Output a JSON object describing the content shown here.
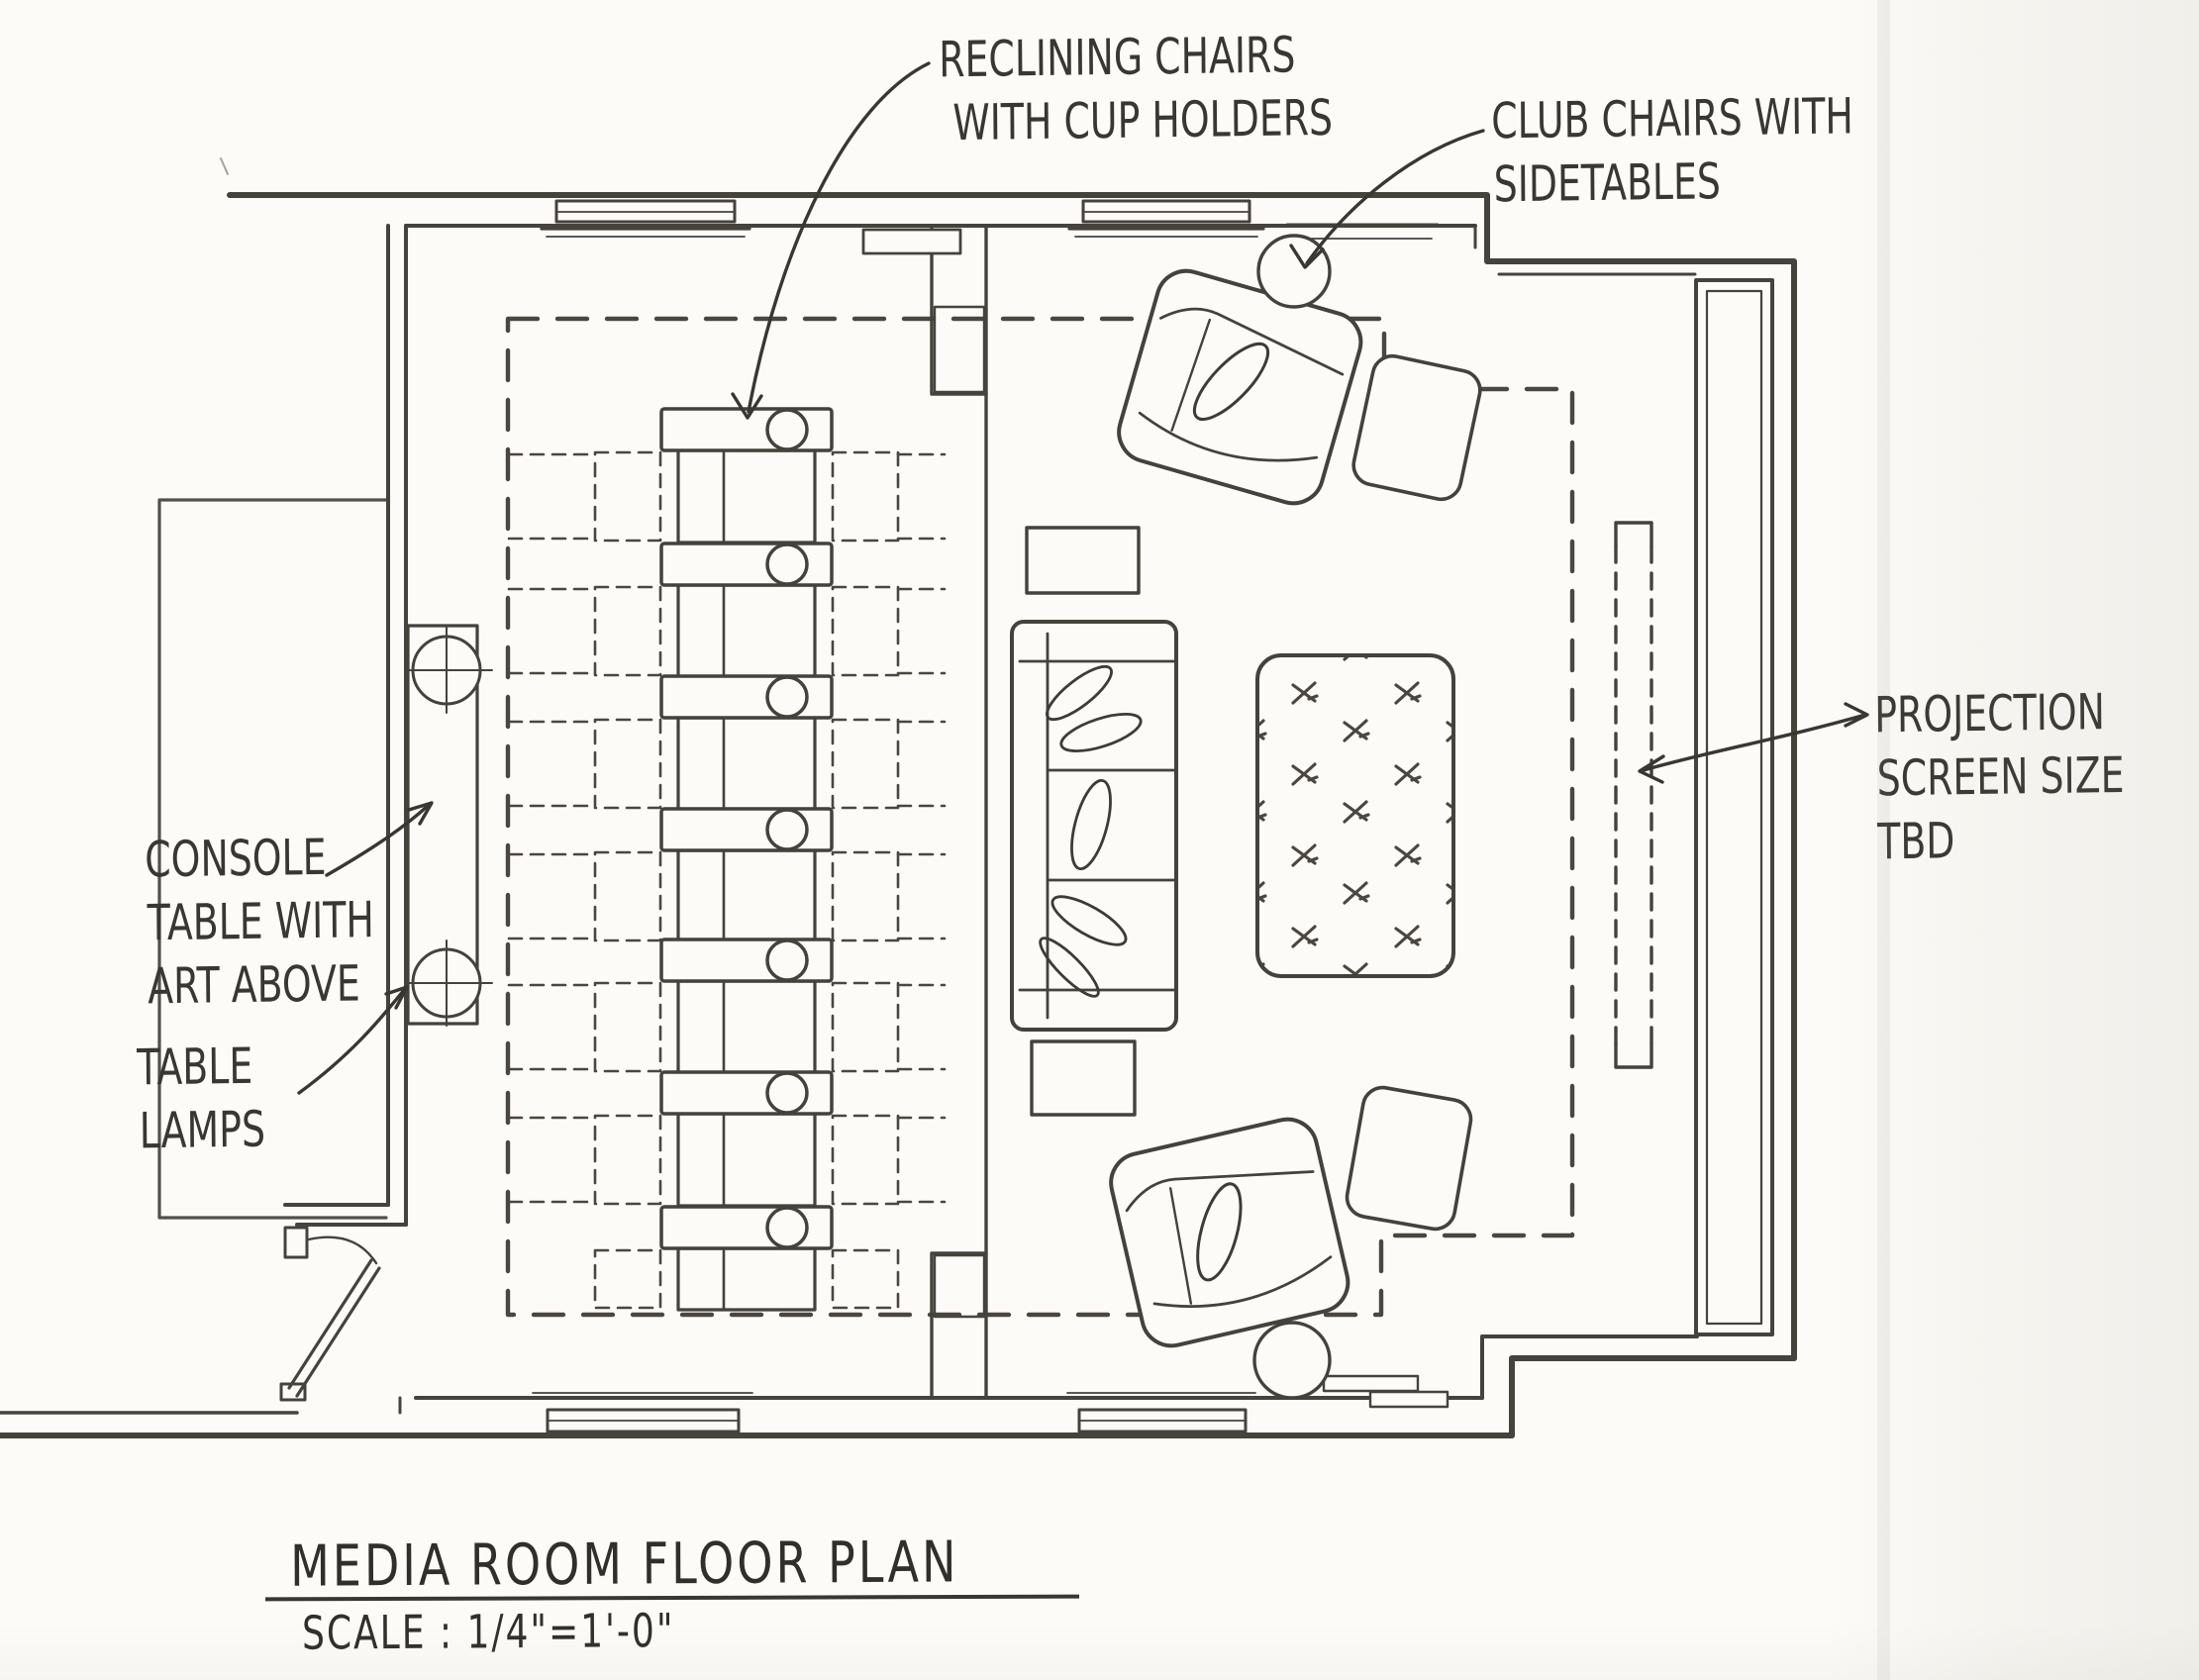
{
  "title_block": {
    "title": "MEDIA ROOM FLOOR PLAN",
    "scale": "SCALE : 1/4\"=1'-0\""
  },
  "annotations": {
    "reclining": {
      "line1": "RECLINING CHAIRS",
      "line2": "WITH CUP HOLDERS"
    },
    "club": {
      "line1": "CLUB CHAIRS WITH",
      "line2": "SIDETABLES"
    },
    "projection": {
      "line1": "PROJECTION",
      "line2": "SCREEN SIZE",
      "line3": "TBD"
    },
    "console": {
      "line1": "CONSOLE",
      "line2": "TABLE WITH",
      "line3": "ART ABOVE"
    },
    "lamps": {
      "line1": "TABLE",
      "line2": "LAMPS"
    }
  },
  "colors": {
    "paper": "#fcfbf7",
    "ink": "#3a3631",
    "wall_pencil": "#4b463f",
    "light_pencil": "#6a655c"
  }
}
